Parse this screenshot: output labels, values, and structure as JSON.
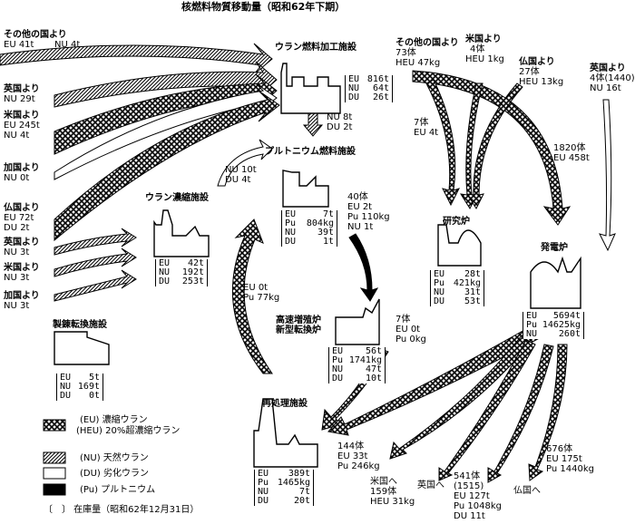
{
  "title": "核燃料物質移動量（昭和62年下期）",
  "facilities": {
    "uranium_fabrication": {
      "name": "ウラン燃料加工施設",
      "inv": [
        [
          "EU",
          "816t"
        ],
        [
          "NU",
          "64t"
        ],
        [
          "DU",
          "26t"
        ]
      ]
    },
    "plutonium_fabrication": {
      "name": "プルトニウム燃料施設",
      "inv": [
        [
          "EU",
          "7t"
        ],
        [
          "Pu",
          "804kg"
        ],
        [
          "NU",
          "39t"
        ],
        [
          "DU",
          "1t"
        ]
      ]
    },
    "enrichment": {
      "name": "ウラン濃縮施設",
      "inv": [
        [
          "EU",
          "42t"
        ],
        [
          "NU",
          "192t"
        ],
        [
          "DU",
          "253t"
        ]
      ]
    },
    "conversion": {
      "name": "製錬転換施設",
      "inv": [
        [
          "EU",
          "5t"
        ],
        [
          "NU",
          "169t"
        ],
        [
          "DU",
          "0t"
        ]
      ]
    },
    "fbr": {
      "name1": "高速増殖炉",
      "name2": "新型転換炉",
      "inv": [
        [
          "EU",
          "56t"
        ],
        [
          "Pu",
          "1741kg"
        ],
        [
          "NU",
          "47t"
        ],
        [
          "DU",
          "10t"
        ]
      ]
    },
    "research": {
      "name": "研究炉",
      "inv": [
        [
          "EU",
          "28t"
        ],
        [
          "Pu",
          "421kg"
        ],
        [
          "NU",
          "31t"
        ],
        [
          "DU",
          "53t"
        ]
      ]
    },
    "power": {
      "name": "発電炉",
      "inv": [
        [
          "EU",
          "5694t"
        ],
        [
          "Pu",
          "14625kg"
        ],
        [
          "NU",
          "260t"
        ]
      ]
    },
    "reprocessing": {
      "name": "再処理施設",
      "inv": [
        [
          "EU",
          "389t"
        ],
        [
          "Pu",
          "1465kg"
        ],
        [
          "NU",
          "7t"
        ],
        [
          "DU",
          "20t"
        ]
      ]
    }
  },
  "flows": {
    "other_countries_left": {
      "h": "その他の国より",
      "l1": "EU  41t",
      "l2": "NU  4t"
    },
    "uk_left": {
      "h": "英国より",
      "l1": "NU  29t"
    },
    "us_left": {
      "h": "米国より",
      "l1": "EU  245t",
      "l2": "NU   4t"
    },
    "canada": {
      "h": "加国より",
      "l1": "NU  0t"
    },
    "france_left": {
      "h": "仏国より",
      "l1": "EU  72t",
      "l2": "DU   2t"
    },
    "uk_left2": {
      "h": "英国より",
      "l1": "NU  3t"
    },
    "us_left2": {
      "h": "米国より",
      "l1": "NU  3t"
    },
    "canada2": {
      "h": "加国より",
      "l1": "NU  3t"
    },
    "fab_to_pu": {
      "l1": "NU  8t",
      "l2": "DU  2t"
    },
    "enr_to_pu": {
      "l1": "NU  10t",
      "l2": "DU  4t"
    },
    "pu_to_fbr": {
      "l1": "40体",
      "l2": "EU   2t",
      "l3": "Pu  110kg",
      "l4": "NU   1t"
    },
    "repro_to_pu": {
      "l1": "EU  0t",
      "l2": "Pu  77kg"
    },
    "other_right": {
      "h": "その他の国より",
      "l1": "73体",
      "l2": "HEU  47kg"
    },
    "us_right": {
      "h": "米国より",
      "l1": "4体",
      "l2": "HEU  1kg"
    },
    "france_right": {
      "h": "仏国より",
      "l1": "27体",
      "l2": "HEU  13kg"
    },
    "uk_right": {
      "h": "英国より",
      "l1": "4体(1440)",
      "l2": "NU  16t"
    },
    "to_research": {
      "l1": "7体",
      "l2": "EU  4t"
    },
    "to_power": {
      "l1": "1820体",
      "l2": "EU  458t"
    },
    "fbr_to_repro": {
      "l1": "7体",
      "l2": "EU  0t",
      "l3": "Pu  0kg"
    },
    "power_to_repro": {
      "l1": "144体",
      "l2": "EU    33t",
      "l3": "Pu   246kg"
    },
    "to_us": {
      "l1": "米国へ",
      "l2": "159体",
      "l3": "HEU  31kg"
    },
    "to_uk": {
      "l1": "英国へ"
    },
    "to_uk2": {
      "l1": "541体",
      "l2": "(1515)",
      "l3": "EU   127t",
      "l4": "Pu  1048kg",
      "l5": "DU     11t"
    },
    "to_france": {
      "l1": "676体",
      "l2": "EU    175t",
      "l3": "Pu   1440kg",
      "l4": "仏国へ"
    }
  },
  "legend": {
    "eu": "(EU) 濃縮ウラン",
    "heu": "(HEU) 20%超濃縮ウラン",
    "nu": "(NU) 天然ウラン",
    "du": "(DU) 劣化ウラン",
    "pu": "(Pu) プルトニウム",
    "inventory": "〔　〕 在庫量（昭和62年12月31日）"
  }
}
